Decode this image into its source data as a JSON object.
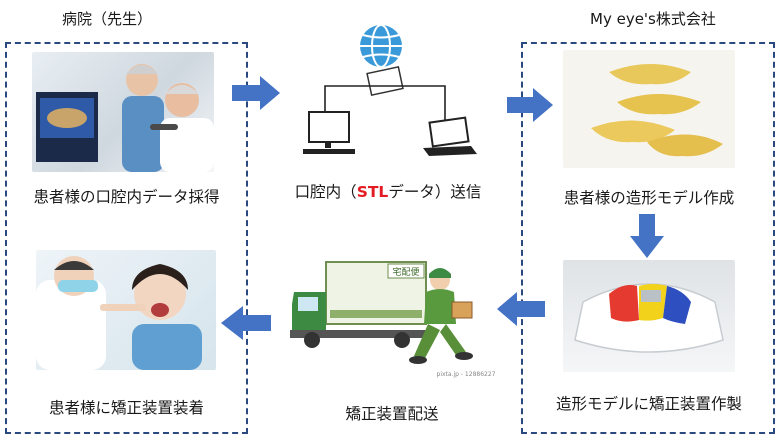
{
  "headers": {
    "hospital": "病院（先生）",
    "company": "My eye's株式会社"
  },
  "steps": {
    "scan": "患者様の口腔内データ採得",
    "send_prefix": "口腔内（",
    "send_highlight": "STL",
    "send_suffix": "データ）送信",
    "model": "患者様の造形モデル作成",
    "device": "造形モデルに矯正装置作製",
    "delivery": "矯正装置配送",
    "fit": "患者様に矯正装置装着"
  },
  "truck_sign": "宅配便",
  "photo_credit": "pixta.jp - 12886227",
  "colors": {
    "arrow": "#4472c4",
    "border": "#2a4a7f",
    "highlight": "#e31b23",
    "globe": "#3a9ad9"
  },
  "icons": [
    "globe-icon",
    "desktop-computer-icon",
    "laptop-icon",
    "delivery-truck-icon",
    "courier-icon"
  ]
}
